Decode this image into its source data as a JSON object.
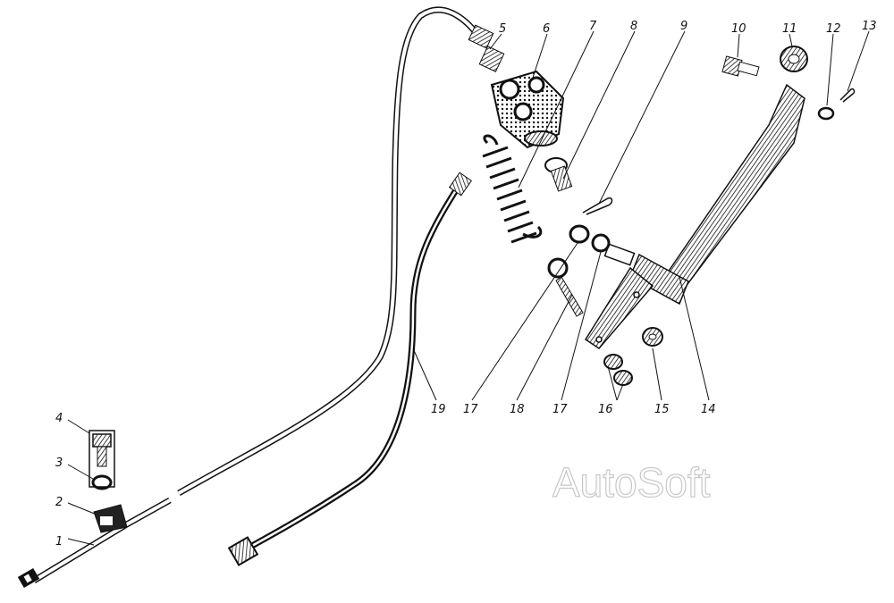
{
  "diagram": {
    "callouts": [
      {
        "id": "c1",
        "label": "1"
      },
      {
        "id": "c2",
        "label": "2"
      },
      {
        "id": "c3",
        "label": "3"
      },
      {
        "id": "c4",
        "label": "4"
      },
      {
        "id": "c5",
        "label": "5"
      },
      {
        "id": "c6",
        "label": "6"
      },
      {
        "id": "c7",
        "label": "7"
      },
      {
        "id": "c8",
        "label": "8"
      },
      {
        "id": "c9",
        "label": "9"
      },
      {
        "id": "c10",
        "label": "10"
      },
      {
        "id": "c11",
        "label": "11"
      },
      {
        "id": "c12",
        "label": "12"
      },
      {
        "id": "c13",
        "label": "13"
      },
      {
        "id": "c14",
        "label": "14"
      },
      {
        "id": "c15",
        "label": "15"
      },
      {
        "id": "c16",
        "label": "16"
      },
      {
        "id": "c17a",
        "label": "17"
      },
      {
        "id": "c17b",
        "label": "17"
      },
      {
        "id": "c18",
        "label": "18"
      },
      {
        "id": "c19",
        "label": "19"
      }
    ],
    "watermark": "AutoSoft"
  },
  "colors": {
    "ink": "#111111",
    "watermark_outline": "#c8c8c8"
  }
}
